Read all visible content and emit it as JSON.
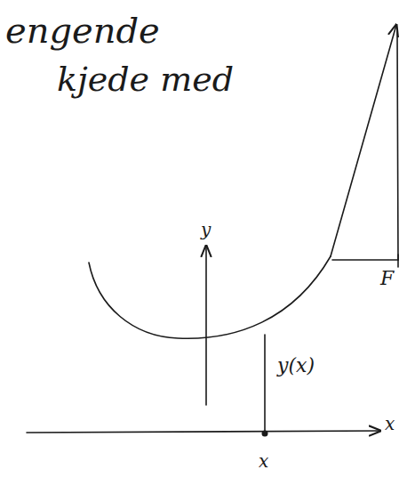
{
  "diagram": {
    "labels": [
      "engende",
      "kjede med",
      "y",
      "y(x)",
      "F",
      "x",
      "x"
    ]
  }
}
